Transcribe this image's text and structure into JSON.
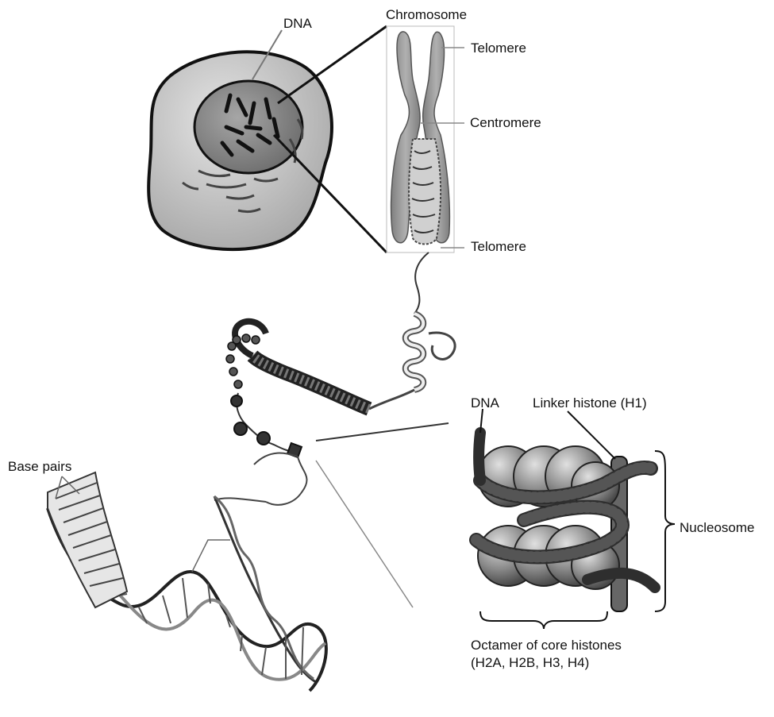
{
  "labels": {
    "dna_top": "DNA",
    "chromosome": "Chromosome",
    "telomere_top": "Telomere",
    "centromere": "Centromere",
    "telomere_bottom": "Telomere",
    "dna_nucleosome": "DNA",
    "linker_histone": "Linker histone (H1)",
    "nucleosome": "Nucleosome",
    "octamer_line1": "Octamer of core histones",
    "octamer_line2": "(H2A, H2B, H3, H4)",
    "base_pairs": "Base pairs"
  },
  "colors": {
    "ink": "#111111",
    "cell_fill": "#c9c9c9",
    "nucleus_fill": "#8f8f8f",
    "chromosome_fill": "#9a9a9a",
    "histone_fill": "#7a7a7a",
    "dna_band": "#3a3a3a"
  }
}
